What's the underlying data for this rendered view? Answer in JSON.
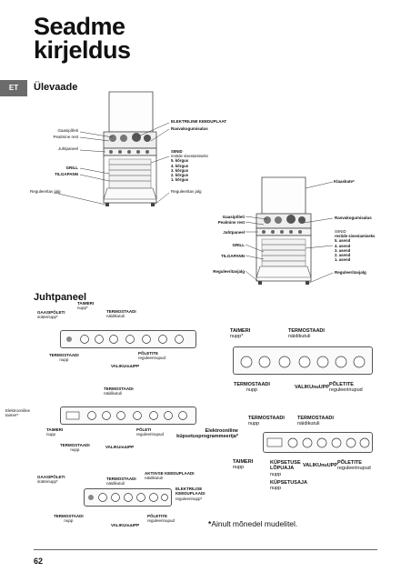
{
  "page": {
    "title": [
      "Seadme",
      "kirjeldus"
    ],
    "language_tab": "ET",
    "page_number": "62",
    "footnote": "Ainult mõnedel mudelitel."
  },
  "overview": {
    "heading": "Ülevaade",
    "left": {
      "gas_burners": "Gaasipõleti",
      "hob_grid": "Pealmine rest",
      "control_panel": "Juhtpaneel",
      "grill": "GRILL",
      "drip_tray": "TILGAPANN",
      "adjustable_foot": "Reguleeritav jalg",
      "electric_hotplate": "ELEKTRILINE KEEDUPLAAT",
      "spill_tray": "Rasvakogumisalus",
      "guides_title": "SIINID",
      "guides_subtitle": "restide sisestamiseks",
      "guides": [
        "5. kõrgus",
        "4. kõrgus",
        "3. kõrgus",
        "2. kõrgus",
        "1. kõrgus"
      ],
      "adjustable_foot_right": "Reguleeritav jalg"
    },
    "right": {
      "glass_lid": "Klaaskate*",
      "gas_burners": "Gaasipõleti",
      "hob_grid": "Pealmine rest",
      "control_panel": "Juhtpaneel",
      "grill": "GRILL",
      "drip_tray": "TILGAPANN",
      "adjustable_foot": "Reguleeritavjalg",
      "spill_tray": "Rasvakogumisalus",
      "guides_title": "SIINID",
      "guides_subtitle": "restide sisestamiseks",
      "guides": [
        "5. asend",
        "4. asend",
        "3. asend",
        "2. asend",
        "1. asend"
      ],
      "adjustable_foot_right": "Reguleeritavjalg"
    }
  },
  "control_panel": {
    "heading": "Juhtpaneel",
    "p1": {
      "gas": "GAASIPÕLETI",
      "gas_sub": "süüteriupp*",
      "timer": "TAIMERI",
      "timer_sub": "nupp*",
      "thermostat": "TERMOSTAADI",
      "thermostat_sub": "näidikutuli",
      "thermo_knob": "TERMOSTAADI",
      "thermo_knob_sub": "nupp",
      "selector": "VALIKUnuUPP",
      "hotplates": "PÕLETITE",
      "hotplates_sub": "reguleerinupud"
    },
    "p2": {
      "timer": "TAIMERI",
      "timer_sub": "nupp*",
      "thermostat": "TERMOSTAADI",
      "thermostat_sub": "näidikutuli",
      "thermo_knob": "TERMOSTAADI",
      "thermo_knob_sub": "nupp",
      "selector": "VALIKUnuUPP",
      "hotplates": "PÕLETITE",
      "hotplates_sub": "reguleerinupud"
    },
    "p3": {
      "thermostat": "TERMOSTAADI",
      "thermostat_sub": "näidikutuli",
      "electronic_timer": "Elektrooniline",
      "electronic_timer_sub": "taimer*",
      "timer": "TAIMERI",
      "timer_sub": "nupp",
      "hotplates": "PÕLETI",
      "hotplates_sub": "reguleerinupud",
      "thermo_knob": "TERMOSTAADI",
      "thermo_knob_sub": "nupp",
      "selector": "VALIKUnuUPP"
    },
    "p4": {
      "thermo_knob": "TERMOSTAADI",
      "thermo_knob_sub": "nupp",
      "thermostat": "TERMOSTAADI",
      "thermostat_sub": "näidikutuli",
      "programmer": "Elektrooniline",
      "programmer_sub": "küpsetusprogrammeerija*",
      "timer": "TAIMERI",
      "timer_sub": "nupp",
      "end_cooking": "KÜPSETUSE",
      "end_cooking_2": "LÕPUAJA",
      "end_cooking_sub": "nupp",
      "cooking_time": "KÜPSETUSAJA",
      "cooking_time_sub": "nupp",
      "selector": "VALIKUnuUPP",
      "hotplates": "PÕLETITE",
      "hotplates_sub": "reguleerinupud"
    },
    "p5": {
      "gas": "GAASIPÕLETI",
      "gas_sub": "süüteriupp*",
      "thermostat": "TERMOSTAADI",
      "thermostat_sub": "näidikutuli",
      "active_hotplates": "AKTIIVSE KEEDUPLAADI",
      "active_hotplates_sub": "näidikutuli",
      "electric_hotplates": "ELEKTRILISE",
      "electric_hotplates_2": "KEEDUPLAADI",
      "electric_hotplates_sub": "reguleerinupp*",
      "thermo_knob": "TERMOSTAADI",
      "thermo_knob_sub": "nupp",
      "selector": "VALIKUnuUPP",
      "hotplates": "PÕLETITE",
      "hotplates_sub": "reguleerinupud"
    }
  }
}
